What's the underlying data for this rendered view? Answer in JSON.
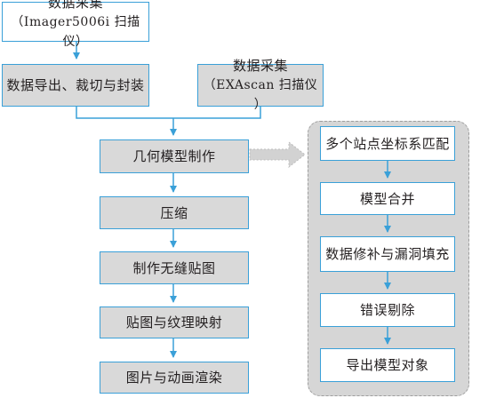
{
  "nodes": {
    "collect_imager": {
      "line1": "数据采集",
      "line2": "（Imager5006i 扫描仪）"
    },
    "export_crop": {
      "label": "数据导出、裁切与封装"
    },
    "collect_exascan": {
      "line1": "数据采集",
      "line2": "（EXAscan 扫描仪 ）"
    },
    "geometry_model": {
      "label": "几何模型制作"
    },
    "compress": {
      "label": "压缩"
    },
    "seamless_texture": {
      "label": "制作无缝贴图"
    },
    "texture_mapping": {
      "label": "贴图与纹理映射"
    },
    "render": {
      "label": "图片与动画渲染"
    }
  },
  "detail_steps": [
    {
      "label": "多个站点坐标系匹配"
    },
    {
      "label": "模型合并"
    },
    {
      "label": "数据修补与漏洞填充"
    },
    {
      "label": "错误剔除"
    },
    {
      "label": "导出模型对象"
    }
  ],
  "colors": {
    "connector": "#3aa0d8",
    "box_border": "#3aa0d8",
    "grey_fill": "#d9d9d9",
    "panel_fill": "#d6d6d6",
    "panel_border": "#9e9e9e",
    "dotted_arrow": "#c8c8c8"
  }
}
